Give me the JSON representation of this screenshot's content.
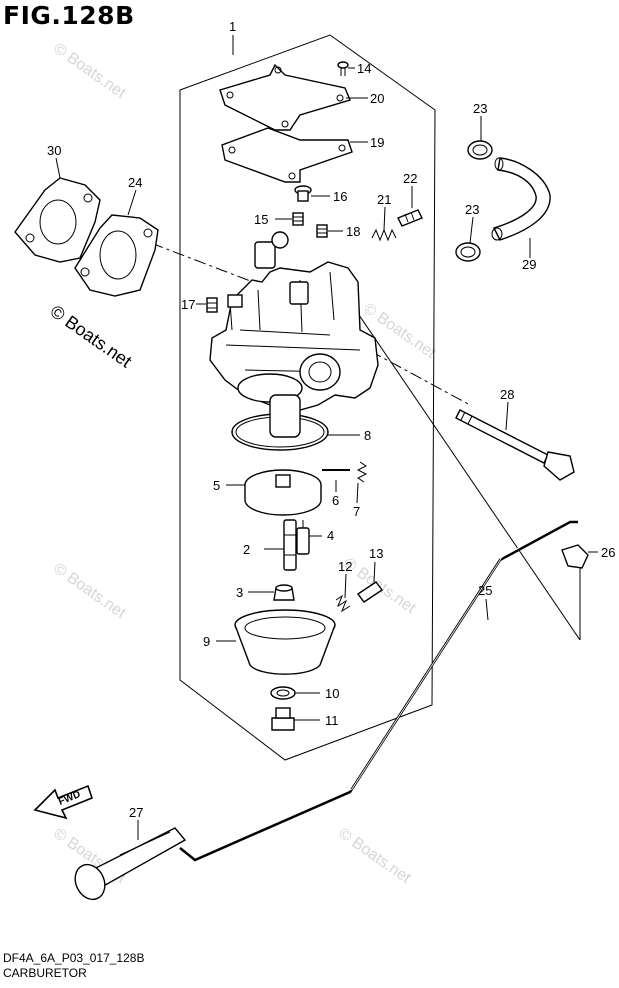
{
  "figure": {
    "title": "FIG.128B",
    "code": "DF4A_6A_P03_017_128B",
    "name": "CARBURETOR",
    "copyright": "© Boats.net",
    "watermark": "© Boats.net",
    "fwd_label": "FWD"
  },
  "callouts": [
    {
      "id": "1",
      "label": "1"
    },
    {
      "id": "2",
      "label": "2"
    },
    {
      "id": "3",
      "label": "3"
    },
    {
      "id": "4",
      "label": "4"
    },
    {
      "id": "5",
      "label": "5"
    },
    {
      "id": "6",
      "label": "6"
    },
    {
      "id": "7",
      "label": "7"
    },
    {
      "id": "8",
      "label": "8"
    },
    {
      "id": "9",
      "label": "9"
    },
    {
      "id": "10",
      "label": "10"
    },
    {
      "id": "11",
      "label": "11"
    },
    {
      "id": "12",
      "label": "12"
    },
    {
      "id": "13",
      "label": "13"
    },
    {
      "id": "14",
      "label": "14"
    },
    {
      "id": "15",
      "label": "15"
    },
    {
      "id": "16",
      "label": "16"
    },
    {
      "id": "17",
      "label": "17"
    },
    {
      "id": "18",
      "label": "18"
    },
    {
      "id": "19",
      "label": "19"
    },
    {
      "id": "20",
      "label": "20"
    },
    {
      "id": "21",
      "label": "21"
    },
    {
      "id": "22",
      "label": "22"
    },
    {
      "id": "23a",
      "label": "23"
    },
    {
      "id": "23b",
      "label": "23"
    },
    {
      "id": "24",
      "label": "24"
    },
    {
      "id": "25",
      "label": "25"
    },
    {
      "id": "26",
      "label": "26"
    },
    {
      "id": "27",
      "label": "27"
    },
    {
      "id": "28",
      "label": "28"
    },
    {
      "id": "29",
      "label": "29"
    },
    {
      "id": "30",
      "label": "30"
    }
  ]
}
